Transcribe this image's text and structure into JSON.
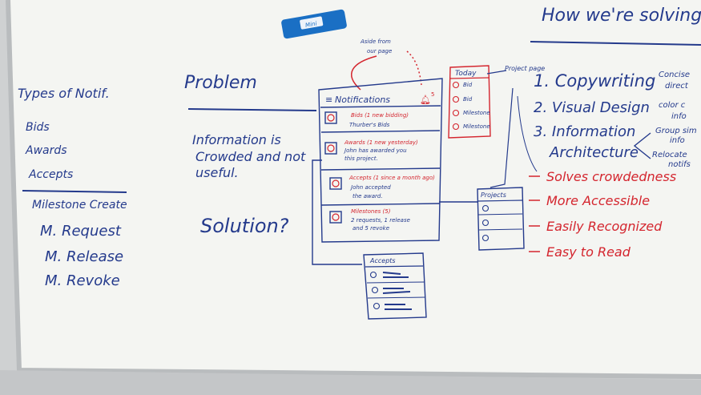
{
  "colors": {
    "blue_marker": "#243a8c",
    "red_marker": "#d4252e",
    "board": "#f4f5f2",
    "eraser": "#1a6fc4"
  },
  "eraser": {
    "label": "Mini"
  },
  "types": {
    "title": "Types of Notif.",
    "items": [
      "Bids",
      "Awards",
      "Accepts"
    ],
    "milestone_header": "Milestone Create",
    "milestone_items": [
      "M. Request",
      "M. Release",
      "M. Revoke"
    ]
  },
  "problem": {
    "title": "Problem",
    "text_line1": "Information is",
    "text_line2": "Crowded and not",
    "text_line3": "useful.",
    "solution": "Solution?"
  },
  "mockup": {
    "aside_line1": "Aside from",
    "aside_line2": "our page",
    "header": "Notifications",
    "badge": "5",
    "bids_title": "Bids (1 new bidding)",
    "bids_body": "Thurber's Bids",
    "awards_title": "Awards (1 new yesterday)",
    "awards_body1": "John has awarded you",
    "awards_body2": "this project.",
    "accepts_title": "Accepts (1 since a month ago)",
    "accepts_body1": "John accepted",
    "accepts_body2": "the award.",
    "milestones_title": "Milestones (5)",
    "milestones_body1": "2 requests, 1 release",
    "milestones_body2": "and 5 revoke"
  },
  "today_panel": {
    "header": "Today",
    "items": [
      "Bid",
      "Bid",
      "Milestone",
      "Milestone"
    ],
    "project_page": "Project page"
  },
  "accepts_panel": {
    "header": "Accepts"
  },
  "projects_panel": {
    "header": "Projects"
  },
  "solving": {
    "title": "How we're solving it:",
    "item1": "1. Copywriting",
    "item1_note_a": "Concise",
    "item1_note_b": "direct",
    "item2": "2. Visual Design",
    "item2_note_a": "color c",
    "item2_note_b": "info",
    "item3_a": "3. Information",
    "item3_b": "Architecture",
    "item3_note_a": "Group sim",
    "item3_note_b": "info",
    "item3_note_c": "Relocate",
    "item3_note_d": "notifs",
    "benefits": [
      "Solves crowdedness",
      "More Accessible",
      "Easily Recognized",
      "Easy to Read"
    ]
  }
}
